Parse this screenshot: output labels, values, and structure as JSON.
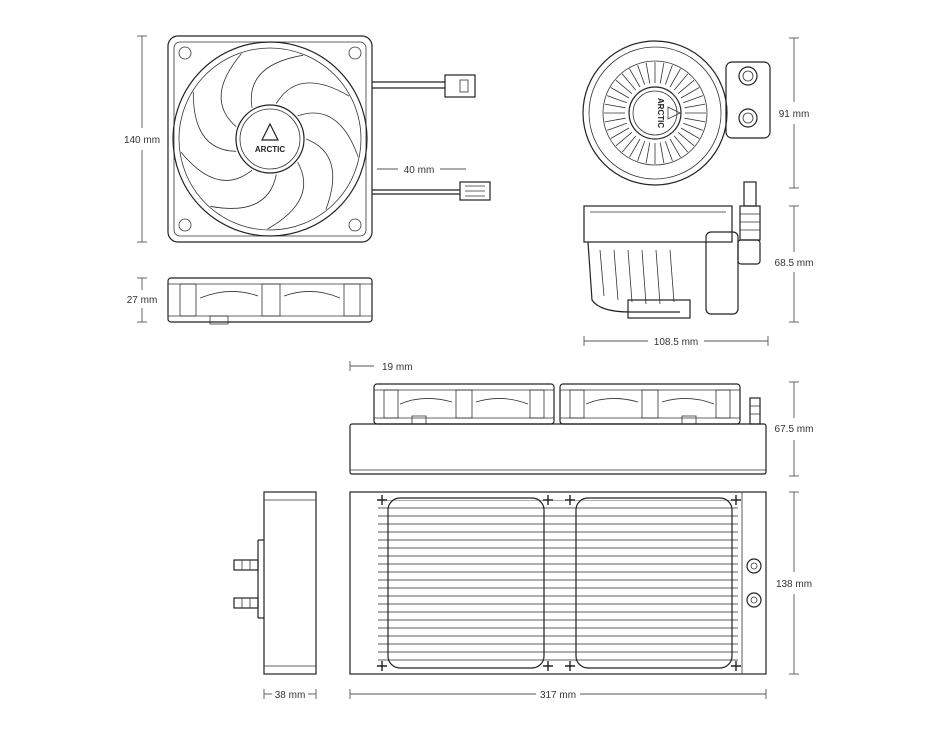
{
  "brand": "ARCTIC",
  "dimensions": {
    "fan_height": "140 mm",
    "fan_cable": "40 mm",
    "fan_thickness": "27 mm",
    "pump_height": "91 mm",
    "pump_block_height": "68.5 mm",
    "pump_width": "108.5 mm",
    "fan_offset": "19 mm",
    "radiator_fan_stack": "67.5 mm",
    "radiator_height": "138 mm",
    "radiator_thickness": "38 mm",
    "radiator_length": "317 mm"
  },
  "colors": {
    "line": "#222222",
    "text": "#333333",
    "background": "#ffffff"
  }
}
